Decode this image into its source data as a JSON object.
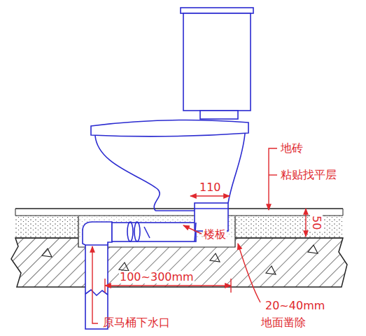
{
  "diagram": {
    "labels": [
      "地砖",
      "粘贴找平层",
      "110",
      "50",
      "楼板",
      "100~300mm",
      "20~40mm",
      "地面凿除",
      "原马桶下水口"
    ]
  }
}
